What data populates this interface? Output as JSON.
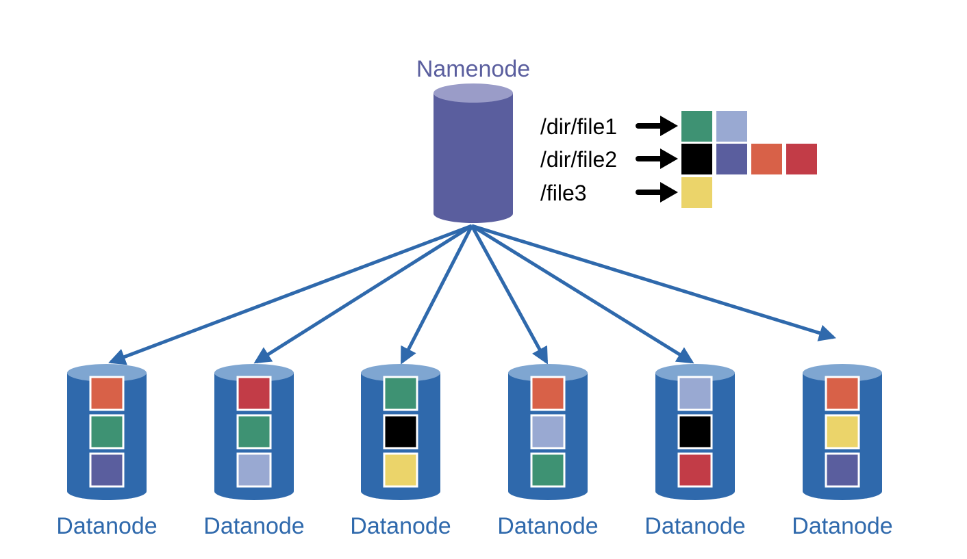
{
  "namenode": {
    "label": "Namenode",
    "color_body": "#5A5E9E",
    "color_top": "#9A9CC8"
  },
  "block_colors": {
    "green": "#3E9273",
    "light_blue": "#99A9D2",
    "black": "#000000",
    "purple": "#5A5E9E",
    "orange": "#D86148",
    "red": "#C23C47",
    "yellow": "#EBD46A"
  },
  "files": [
    {
      "path": "/dir/file1",
      "blocks": [
        "green",
        "light_blue"
      ]
    },
    {
      "path": "/dir/file2",
      "blocks": [
        "black",
        "purple",
        "orange",
        "red"
      ]
    },
    {
      "path": "/file3",
      "blocks": [
        "yellow"
      ]
    }
  ],
  "datanodes": [
    {
      "label": "Datanode",
      "blocks": [
        "orange",
        "green",
        "purple"
      ]
    },
    {
      "label": "Datanode",
      "blocks": [
        "red",
        "green",
        "light_blue"
      ]
    },
    {
      "label": "Datanode",
      "blocks": [
        "green",
        "black",
        "yellow"
      ]
    },
    {
      "label": "Datanode",
      "blocks": [
        "orange",
        "light_blue",
        "green"
      ]
    },
    {
      "label": "Datanode",
      "blocks": [
        "light_blue",
        "black",
        "red"
      ]
    },
    {
      "label": "Datanode",
      "blocks": [
        "orange",
        "yellow",
        "purple"
      ]
    }
  ],
  "datanode_style": {
    "color_body": "#2F69AC",
    "color_top": "#7FA6D1",
    "label_color": "#2F69AC"
  },
  "arrow_color": "#2F69AC"
}
